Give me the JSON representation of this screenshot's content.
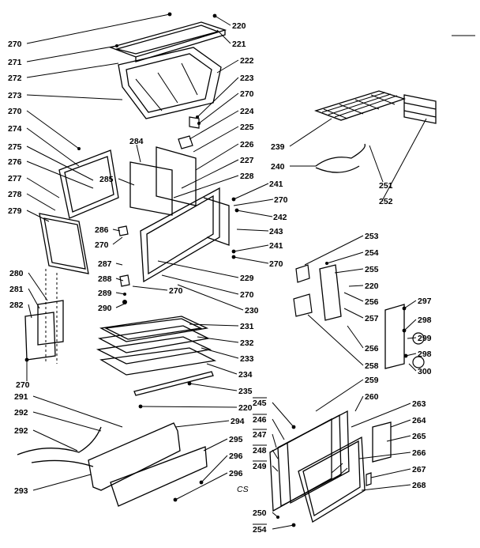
{
  "corner_text": "CS",
  "callouts": [
    {
      "id": "c270a",
      "text": "270"
    },
    {
      "id": "c220a",
      "text": "220"
    },
    {
      "id": "c221",
      "text": "221"
    },
    {
      "id": "c271",
      "text": "271"
    },
    {
      "id": "c222",
      "text": "222"
    },
    {
      "id": "c272",
      "text": "272"
    },
    {
      "id": "c223",
      "text": "223"
    },
    {
      "id": "c273",
      "text": "273"
    },
    {
      "id": "c270b",
      "text": "270"
    },
    {
      "id": "c270c",
      "text": "270"
    },
    {
      "id": "c224",
      "text": "224"
    },
    {
      "id": "c274",
      "text": "274"
    },
    {
      "id": "c225",
      "text": "225"
    },
    {
      "id": "c275",
      "text": "275"
    },
    {
      "id": "c284",
      "text": "284"
    },
    {
      "id": "c226",
      "text": "226"
    },
    {
      "id": "c276",
      "text": "276"
    },
    {
      "id": "c227",
      "text": "227"
    },
    {
      "id": "c285",
      "text": "285"
    },
    {
      "id": "c277",
      "text": "277"
    },
    {
      "id": "c228",
      "text": "228"
    },
    {
      "id": "c278",
      "text": "278"
    },
    {
      "id": "c241a",
      "text": "241"
    },
    {
      "id": "c270d",
      "text": "270"
    },
    {
      "id": "c279",
      "text": "279"
    },
    {
      "id": "c242",
      "text": "242"
    },
    {
      "id": "c286",
      "text": "286"
    },
    {
      "id": "c243",
      "text": "243"
    },
    {
      "id": "c270e",
      "text": "270"
    },
    {
      "id": "c241b",
      "text": "241"
    },
    {
      "id": "c270f",
      "text": "270"
    },
    {
      "id": "c287",
      "text": "287"
    },
    {
      "id": "c280",
      "text": "280"
    },
    {
      "id": "c288",
      "text": "288"
    },
    {
      "id": "c270g",
      "text": "270"
    },
    {
      "id": "c229",
      "text": "229"
    },
    {
      "id": "c281",
      "text": "281"
    },
    {
      "id": "c270h",
      "text": "270"
    },
    {
      "id": "c289",
      "text": "289"
    },
    {
      "id": "c282",
      "text": "282"
    },
    {
      "id": "c290",
      "text": "290"
    },
    {
      "id": "c230",
      "text": "230"
    },
    {
      "id": "c231",
      "text": "231"
    },
    {
      "id": "c232",
      "text": "232"
    },
    {
      "id": "c233",
      "text": "233"
    },
    {
      "id": "c270i",
      "text": "270"
    },
    {
      "id": "c234",
      "text": "234"
    },
    {
      "id": "c235",
      "text": "235"
    },
    {
      "id": "c220b",
      "text": "220"
    },
    {
      "id": "c291",
      "text": "291"
    },
    {
      "id": "c294",
      "text": "294"
    },
    {
      "id": "c292a",
      "text": "292"
    },
    {
      "id": "c292b",
      "text": "292"
    },
    {
      "id": "c295",
      "text": "295"
    },
    {
      "id": "c296a",
      "text": "296"
    },
    {
      "id": "c296b",
      "text": "296"
    },
    {
      "id": "c293",
      "text": "293"
    },
    {
      "id": "c239",
      "text": "239"
    },
    {
      "id": "c240",
      "text": "240"
    },
    {
      "id": "c251",
      "text": "251"
    },
    {
      "id": "c252",
      "text": "252"
    },
    {
      "id": "c253",
      "text": "253"
    },
    {
      "id": "c254a",
      "text": "254"
    },
    {
      "id": "c255",
      "text": "255"
    },
    {
      "id": "c220c",
      "text": "220"
    },
    {
      "id": "c297",
      "text": "297"
    },
    {
      "id": "c256a",
      "text": "256"
    },
    {
      "id": "c257",
      "text": "257"
    },
    {
      "id": "c298a",
      "text": "298"
    },
    {
      "id": "c299",
      "text": "299"
    },
    {
      "id": "c256b",
      "text": "256"
    },
    {
      "id": "c298b",
      "text": "298"
    },
    {
      "id": "c258",
      "text": "258"
    },
    {
      "id": "c300",
      "text": "300"
    },
    {
      "id": "c259",
      "text": "259"
    },
    {
      "id": "c260",
      "text": "260"
    },
    {
      "id": "c245",
      "text": "245"
    },
    {
      "id": "c263",
      "text": "263"
    },
    {
      "id": "c264",
      "text": "264"
    },
    {
      "id": "c246",
      "text": "246"
    },
    {
      "id": "c247",
      "text": "247"
    },
    {
      "id": "c265",
      "text": "265"
    },
    {
      "id": "c248",
      "text": "248"
    },
    {
      "id": "c266",
      "text": "266"
    },
    {
      "id": "c249",
      "text": "249"
    },
    {
      "id": "c267",
      "text": "267"
    },
    {
      "id": "c268",
      "text": "268"
    },
    {
      "id": "c250",
      "text": "250"
    },
    {
      "id": "c254b",
      "text": "254"
    }
  ]
}
